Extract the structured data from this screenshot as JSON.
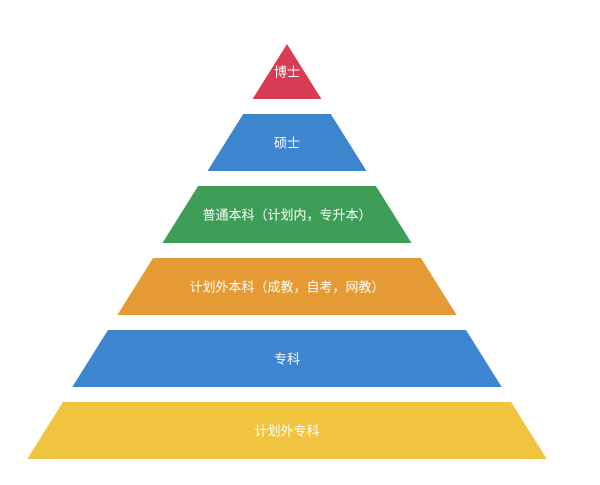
{
  "diagram": {
    "type": "pyramid",
    "tiers": [
      {
        "label": "博士",
        "color": "#d83c55"
      },
      {
        "label": "硕士",
        "color": "#3d85cf"
      },
      {
        "label": "普通本科（计划内，专升本）",
        "color": "#3e9e58"
      },
      {
        "label": "计划外本科（成教，自考，网教）",
        "color": "#e59a33"
      },
      {
        "label": "专科",
        "color": "#3d85cf"
      },
      {
        "label": "计划外专科",
        "color": "#f1c43f"
      }
    ]
  }
}
